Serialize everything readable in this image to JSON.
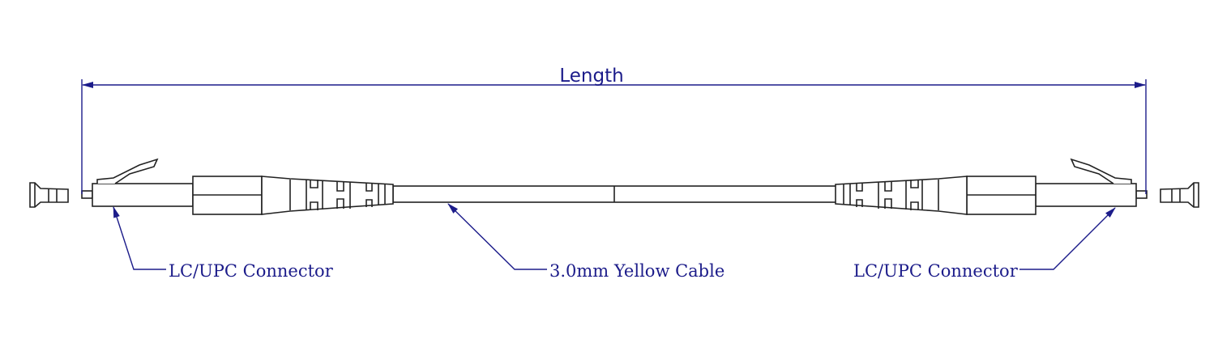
{
  "dimension": {
    "label": "Length"
  },
  "callouts": {
    "left_connector": "LC/UPC Connector",
    "cable": "3.0mm Yellow Cable",
    "right_connector": "LC/UPC Connector"
  },
  "colors": {
    "annotation": "#1c1c8a",
    "drawing": "#222222"
  }
}
